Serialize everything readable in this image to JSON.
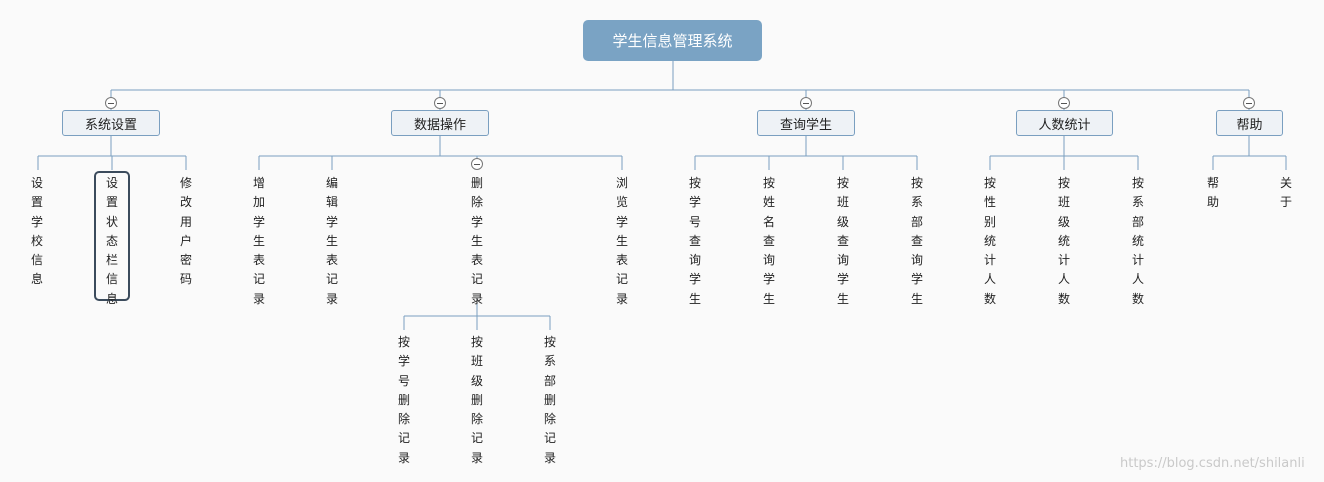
{
  "root": {
    "label": "学生信息管理系统"
  },
  "categories": [
    {
      "label": "系统设置",
      "children": [
        "设置学校信息",
        "设置状态栏信息",
        "修改用户密码"
      ]
    },
    {
      "label": "数据操作",
      "children": [
        "增加学生表记录",
        "编辑学生表记录",
        "删除学生表记录",
        "浏览学生表记录"
      ]
    },
    {
      "label": "查询学生",
      "children": [
        "按学号查询学生",
        "按姓名查询学生",
        "按班级查询学生",
        "按系部查询学生"
      ]
    },
    {
      "label": "人数统计",
      "children": [
        "按性别统计人数",
        "按班级统计人数",
        "按系部统计人数"
      ]
    },
    {
      "label": "帮助",
      "children": [
        "帮助",
        "关于"
      ]
    }
  ],
  "sub_children": [
    "按学号删除记录",
    "按班级删除记录",
    "按系部删除记录"
  ],
  "watermark": "https://blog.csdn.net/shilanli"
}
